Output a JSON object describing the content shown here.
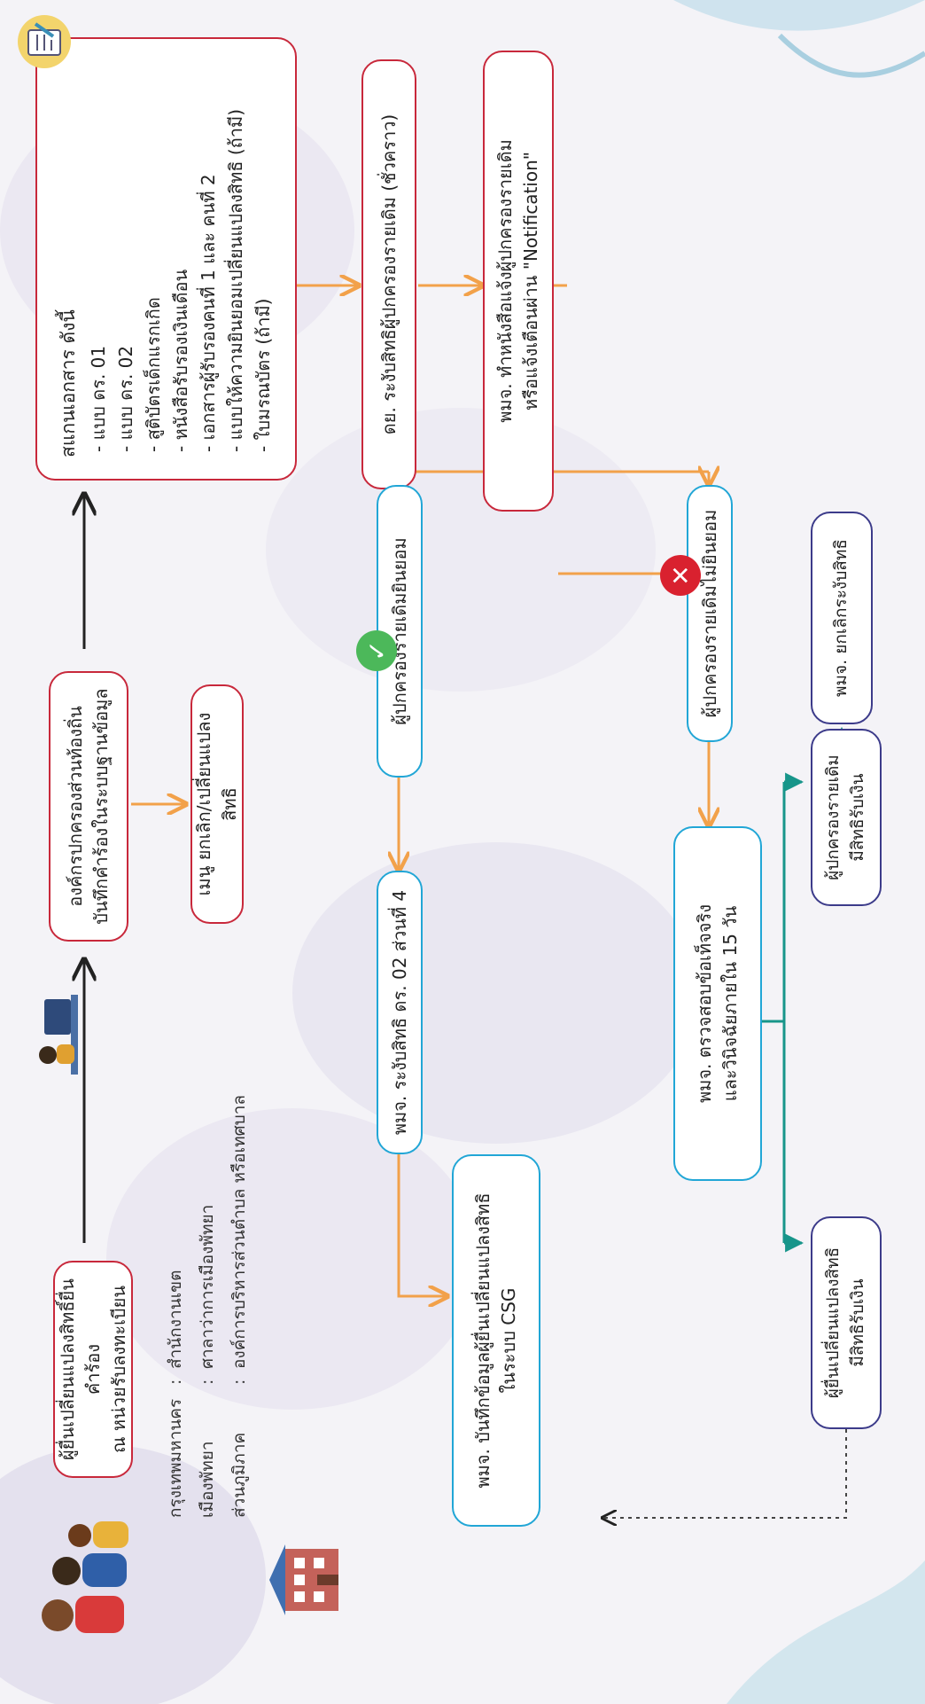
{
  "colors": {
    "red": "#c8283b",
    "blue": "#21a6d6",
    "purple": "#3c3b8a",
    "orange": "#f2a14a",
    "teal": "#17958a",
    "dark": "#222222",
    "check": "#4cb85a",
    "cross": "#d9212f"
  },
  "icons": {
    "approve": "check-circle-icon",
    "reject": "x-circle-icon",
    "documents": "checklist-icon",
    "people": "family-icon",
    "registrar": "office-worker-icon",
    "building": "building-icon"
  },
  "start_box": {
    "line1": "ผู้ยื่นเปลี่ยนแปลงสิทธิ์ยื่นคำร้อง",
    "line2": "ณ หน่วยรับลงทะเบียน"
  },
  "offices": [
    {
      "name": "กรุงเทพมหานคร",
      "sep": ":",
      "unit": "สำนักงานเขต"
    },
    {
      "name": "เมืองพัทยา",
      "sep": ":",
      "unit": "ศาลาว่าการเมืองพัทยา"
    },
    {
      "name": "ส่วนภูมิภาค",
      "sep": ":",
      "unit": "องค์การบริหารส่วนตำบล หรือเทศบาล"
    }
  ],
  "lao_box": {
    "line1": "องค์กรปกครองส่วนท้องถิ่น",
    "line2": "บันทึกคำร้องในระบบฐานข้อมูล"
  },
  "menu_box": {
    "text": "เมนู ยกเลิก/เปลี่ยนแปลงสิทธิ"
  },
  "docs_box": {
    "title": "สแกนเอกสาร ดังนี้",
    "items": [
      "แบบ ดร. 01",
      "แบบ ดร. 02",
      "สูติบัตรเด็กแรกเกิด",
      "หนังสือรับรองเงินเดือน",
      "เอกสารผู้รับรองคนที่ 1 และ คนที่ 2",
      "แบบให้ความยินยอมเปลี่ยนแปลงสิทธิ (ถ้ามี)",
      "ใบมรณบัตร (ถ้ามี)"
    ]
  },
  "suspend_box": {
    "text": "ดย. ระงับสิทธิผู้ปกครองรายเดิม (ชั่วคราว)"
  },
  "notify_box": {
    "line1": "พมจ. ทำหนังสือแจ้งผู้ปกครองรายเดิม",
    "line2": "หรือแจ้งเตือนผ่าน \"Notification\""
  },
  "consent_box": {
    "text": "ผู้ปกครองรายเดิมยินยอม"
  },
  "noconsent_box": {
    "text": "ผู้ปกครองรายเดิมไม่ยินยอม"
  },
  "cancel_box": {
    "text": "พมจ. ยกเลิกระงับสิทธิ"
  },
  "suspend4_box": {
    "text": "พมจ. ระงับสิทธิ ดร. 02 ส่วนที่ 4"
  },
  "csg_box": {
    "line1": "พมจ. บันทึกข้อมูลผู้ยื่นเปลี่ยนแปลงสิทธิ",
    "line2": "ในระบบ CSG"
  },
  "verify_box": {
    "line1": "พมจ. ตรวจสอบข้อเท็จจริง",
    "line2": "และวินิจฉัยภายใน 15 วัน"
  },
  "orig_box": {
    "line1": "ผู้ปกครองรายเดิม",
    "line2": "มีสิทธิรับเงิน"
  },
  "new_box": {
    "line1": "ผู้ยื่นเปลี่ยนแปลงสิทธิ",
    "line2": "มีสิทธิรับเงิน"
  },
  "badges": {
    "approve": "✓",
    "reject": "✕"
  }
}
